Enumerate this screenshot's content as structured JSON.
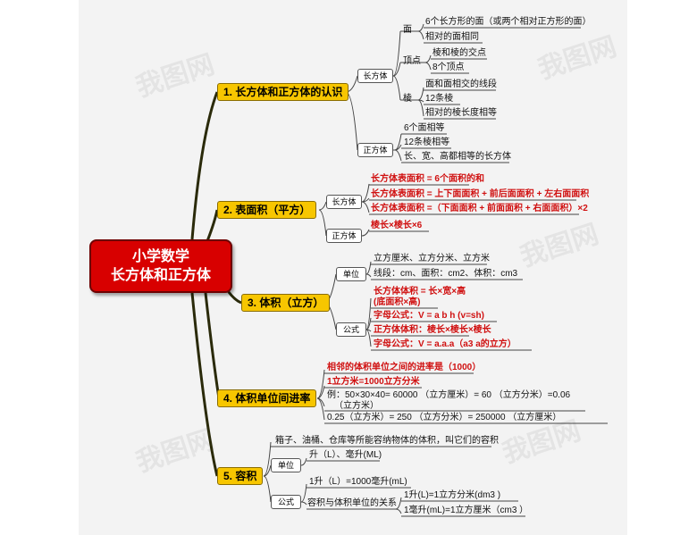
{
  "root": {
    "line1": "小学数学",
    "line2": "长方体和正方体"
  },
  "watermark": "我图网",
  "branches": {
    "b1": {
      "label": "1. 长方体和正方体的认识",
      "cuboid": "长方体",
      "cube": "正方体",
      "face": "面",
      "vertex": "顶点",
      "edge": "棱",
      "face1": "6个长方形的面（或两个相对正方形的面）",
      "face2": "相对的面相同",
      "vertex1": "棱和棱的交点",
      "vertex2": "8个顶点",
      "edge1": "面和面相交的线段",
      "edge2": "12条棱",
      "edge3": "相对的棱长度相等",
      "cube1": "6个面相等",
      "cube2": "12条棱相等",
      "cube3": "长、宽、高都相等的长方体"
    },
    "b2": {
      "label": "2. 表面积（平方）",
      "cuboid": "长方体",
      "cube": "正方体",
      "c1": "长方体表面积 = 6个面积的和",
      "c2": "长方体表面积 = 上下面面积 + 前后面面积 + 左右面面积",
      "c3": "长方体表面积 =（下面面积 + 前面面积 + 右面面积）×2",
      "s1": "棱长×棱长×6"
    },
    "b3": {
      "label": "3. 体积（立方）",
      "unit": "单位",
      "formula": "公式",
      "u1": "立方厘米、立方分米、立方米",
      "u2": "线段：cm、面积：cm2、体积：cm3",
      "f1": "长方体体积 = 长×宽×高",
      "f1b": "(底面积×高)",
      "f2": "字母公式：V = a b h   (v=sh)",
      "f3": "正方体体积：棱长×棱长×棱长",
      "f4": "字母公式：V = a.a.a（a3    a的立方）"
    },
    "b4": {
      "label": "4. 体积单位间进率",
      "r1": "相邻的体积单位之间的进率是（1000）",
      "r2": "1立方米=1000立方分米",
      "r3": "例：50×30×40=   60000  （立方厘米）= 60     （立方分米）=0.06",
      "r3b": "（立方米）",
      "r4": "0.25（立方米）=       250           （立方分米）= 250000          （立方厘米）"
    },
    "b5": {
      "label": "5. 容积",
      "def": "箱子、油桶、仓库等所能容纳物体的体积，叫它们的容积",
      "unit": "单位",
      "formula": "公式",
      "u1": "升（L）、毫升(ML)",
      "f1": "1升（L）=1000毫升(mL)",
      "rel": "容积与体积单位的关系",
      "rel1": "1升(L)=1立方分米(dm3    )",
      "rel2": "1毫升(mL)=1立方厘米（cm3    ）"
    }
  },
  "colors": {
    "root": "#d80000",
    "branch": "#f7c600",
    "redtext": "#d01010",
    "trunk": "#2a2a0a"
  }
}
